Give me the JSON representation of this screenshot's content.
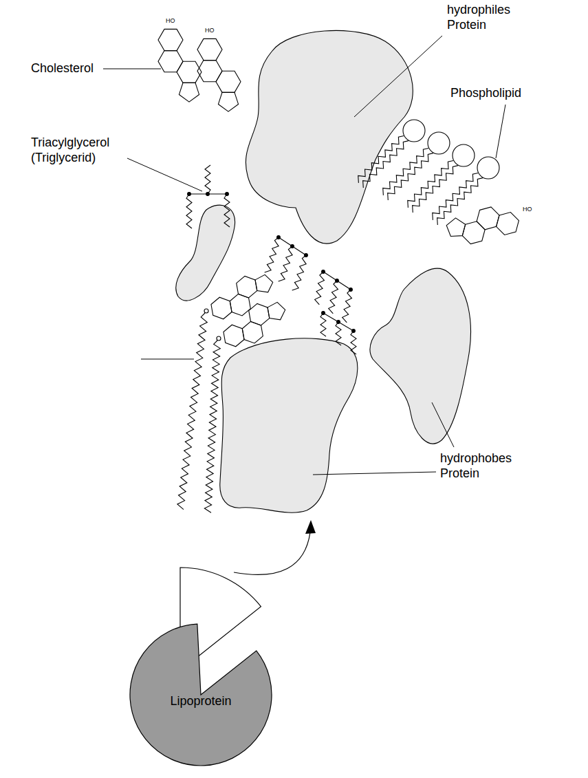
{
  "diagram": {
    "nodes": [
      {
        "text": [
          "Lipoprotein"
        ]
      }
    ],
    "labels": [
      "HO",
      "HO",
      "hydrophiles Protein",
      "Cholesterol",
      "Phospholipid",
      "Triacylglycerol (Triglycerid)",
      "HO",
      "hydrophobes Protein"
    ]
  }
}
